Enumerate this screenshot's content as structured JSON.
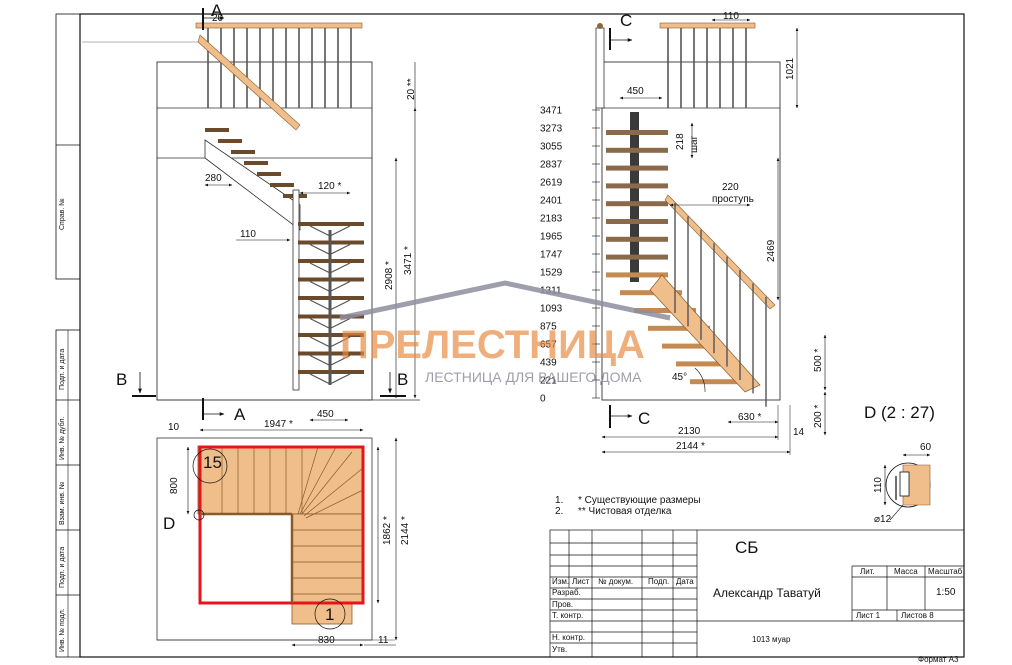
{
  "view_labels": {
    "a_top": "A",
    "a_bottom": "A",
    "b_left": "B",
    "b_right": "B",
    "c_top": "C",
    "c_bottom": "C",
    "d_plan": "D",
    "detail_title": "D (2 : 27)"
  },
  "front_view": {
    "dims": {
      "top_20": "20",
      "finish_20": "20 **",
      "tread_280": "280",
      "step_120": "120 *",
      "pad_110": "110",
      "h_2908": "2908 *",
      "h_3471": "3471 *",
      "w_450": "450"
    }
  },
  "side_view": {
    "dims": {
      "top_110": "110",
      "h_1021": "1021",
      "w_450": "450",
      "step_218": "218",
      "step_word": "шаг",
      "tread_220": "220",
      "tread_word": "проступь",
      "diag_2469": "2469",
      "angle_45": "45°",
      "h_500": "500 *",
      "w_630": "630 *",
      "h_200": "200 *",
      "w_14": "14",
      "w_2130": "2130",
      "w_2144": "2144 *"
    },
    "heights": [
      "3471",
      "3273",
      "3055",
      "2837",
      "2619",
      "2401",
      "2183",
      "1965",
      "1747",
      "1529",
      "1311",
      "1093",
      "875",
      "657",
      "439",
      "221",
      "0"
    ]
  },
  "plan_view": {
    "dims": {
      "top_10": "10",
      "w_1947": "1947 *",
      "h_800": "800",
      "h_1862": "1862 *",
      "h_2144": "2144 *",
      "w_830": "830",
      "w_11": "11"
    },
    "step_first": "1",
    "step_last": "15"
  },
  "detail_view": {
    "w_60": "60",
    "h_110": "110",
    "dia_12": "⌀12"
  },
  "notes": [
    {
      "num": "1.",
      "text": "* Существующие размеры"
    },
    {
      "num": "2.",
      "text": "** Чистовая отделка"
    }
  ],
  "watermark": {
    "brand": "ПРЕЛЕСТНИЦА",
    "tagline": "ЛЕСТНИЦА ДЛЯ ВАШЕГО ДОМА"
  },
  "side_stamp": [
    "Справ. №",
    "Подп. и дата",
    "Инв. № дубл.",
    "Взам. инв. №",
    "Подп. и дата",
    "Инв. № подл."
  ],
  "title_block": {
    "code": "СБ",
    "headers": [
      "Изм.",
      "Лист",
      "№ докум.",
      "Подп.",
      "Дата"
    ],
    "roles": [
      "Разраб.",
      "Пров.",
      "Т. контр.",
      "Н. контр.",
      "Утв."
    ],
    "title": "Александр Таватуй",
    "material": "1013 муар",
    "lit_label": "Лит.",
    "mass_label": "Масса",
    "scale_label": "Масштаб",
    "scale": "1:50",
    "sheet": "Лист 1",
    "sheets": "Листов 8",
    "format": "Формат А3"
  },
  "colors": {
    "wood": "#f0be8a",
    "wood_dark": "#c58a52",
    "red_outline": "#e8141c",
    "watermark": "#e88a40",
    "watermark_gray": "#8e8e9e"
  }
}
